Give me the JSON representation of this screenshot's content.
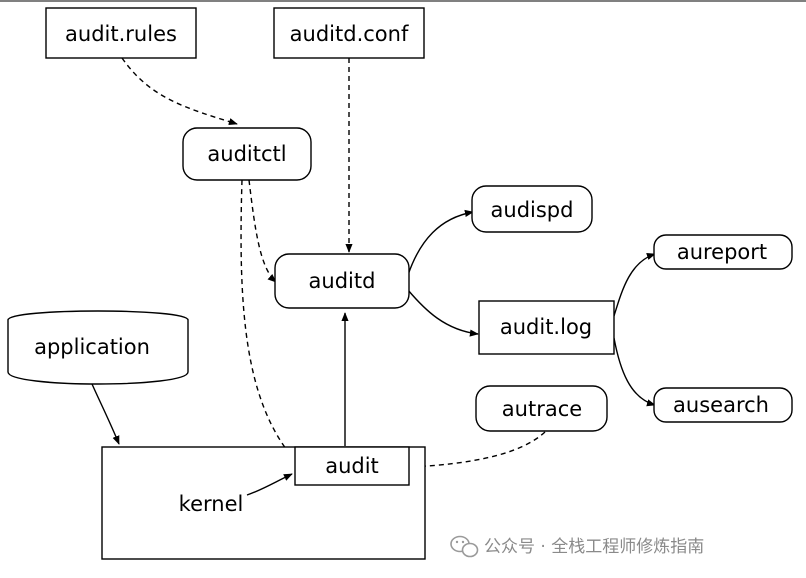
{
  "diagram": {
    "nodes": {
      "audit_rules": "audit.rules",
      "auditd_conf": "auditd.conf",
      "auditctl": "auditctl",
      "auditd": "auditd",
      "audispd": "audispd",
      "audit_log": "audit.log",
      "aureport": "aureport",
      "ausearch": "ausearch",
      "application": "application",
      "autrace": "autrace",
      "audit": "audit",
      "kernel": "kernel"
    },
    "edges": [
      {
        "from": "audit.rules",
        "to": "auditctl",
        "style": "dashed"
      },
      {
        "from": "auditd.conf",
        "to": "auditd",
        "style": "dashed"
      },
      {
        "from": "auditctl",
        "to": "auditd",
        "style": "dashed"
      },
      {
        "from": "auditctl",
        "to": "audit",
        "style": "dashed"
      },
      {
        "from": "audit",
        "to": "auditd",
        "style": "solid"
      },
      {
        "from": "auditd",
        "to": "audispd",
        "style": "solid"
      },
      {
        "from": "auditd",
        "to": "audit.log",
        "style": "solid"
      },
      {
        "from": "audit.log",
        "to": "aureport",
        "style": "solid"
      },
      {
        "from": "audit.log",
        "to": "ausearch",
        "style": "solid"
      },
      {
        "from": "application",
        "to": "kernel",
        "style": "solid"
      },
      {
        "from": "autrace",
        "to": "audit",
        "style": "dashed"
      },
      {
        "from": "kernel",
        "to": "audit",
        "style": "solid"
      }
    ]
  },
  "watermark": {
    "text": "公众号 · 全栈工程师修炼指南",
    "icon": "wechat-icon",
    "color": "#8a8a8a"
  }
}
